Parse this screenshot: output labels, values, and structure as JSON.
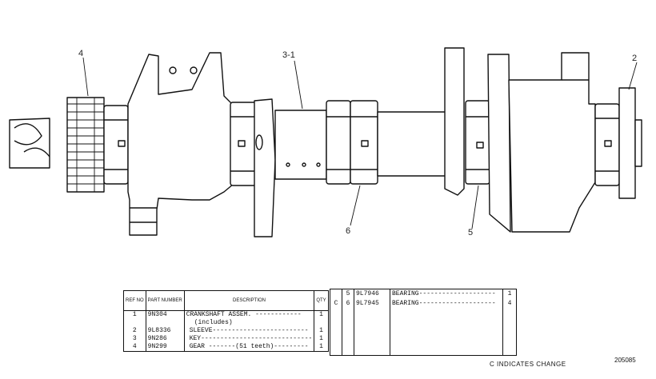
{
  "callouts": [
    "4",
    "3-1",
    "2",
    "6",
    "5"
  ],
  "table_left": {
    "headers": {
      "ref": "REF NO",
      "part": "PART NUMBER",
      "desc": "DESCRIPTION",
      "qty": "QTY"
    },
    "rows": [
      {
        "ref": "1",
        "part": "9N304",
        "desc": "CRANKSHAFT ASSEM. ------------",
        "qty": "1"
      },
      {
        "ref": "",
        "part": "",
        "desc": "(includes)",
        "qty": ""
      },
      {
        "ref": "2",
        "part": "9L8336",
        "desc": "SLEEVE-------------------------",
        "qty": "1"
      },
      {
        "ref": "3",
        "part": "9N286",
        "desc": "KEY-----------------------------",
        "qty": "1"
      },
      {
        "ref": "4",
        "part": "9N299",
        "desc": "GEAR -------(51 teeth)---------",
        "qty": "1"
      }
    ]
  },
  "table_right": {
    "rows": [
      {
        "chg": "",
        "ref": "5",
        "part": "9L7946",
        "desc": "BEARING--------------------",
        "qty": "1"
      },
      {
        "chg": "C",
        "ref": "6",
        "part": "9L7945",
        "desc": "BEARING--------------------",
        "qty": "4"
      }
    ]
  },
  "change_note": "C INDICATES CHANGE",
  "drawing_number": "205085"
}
